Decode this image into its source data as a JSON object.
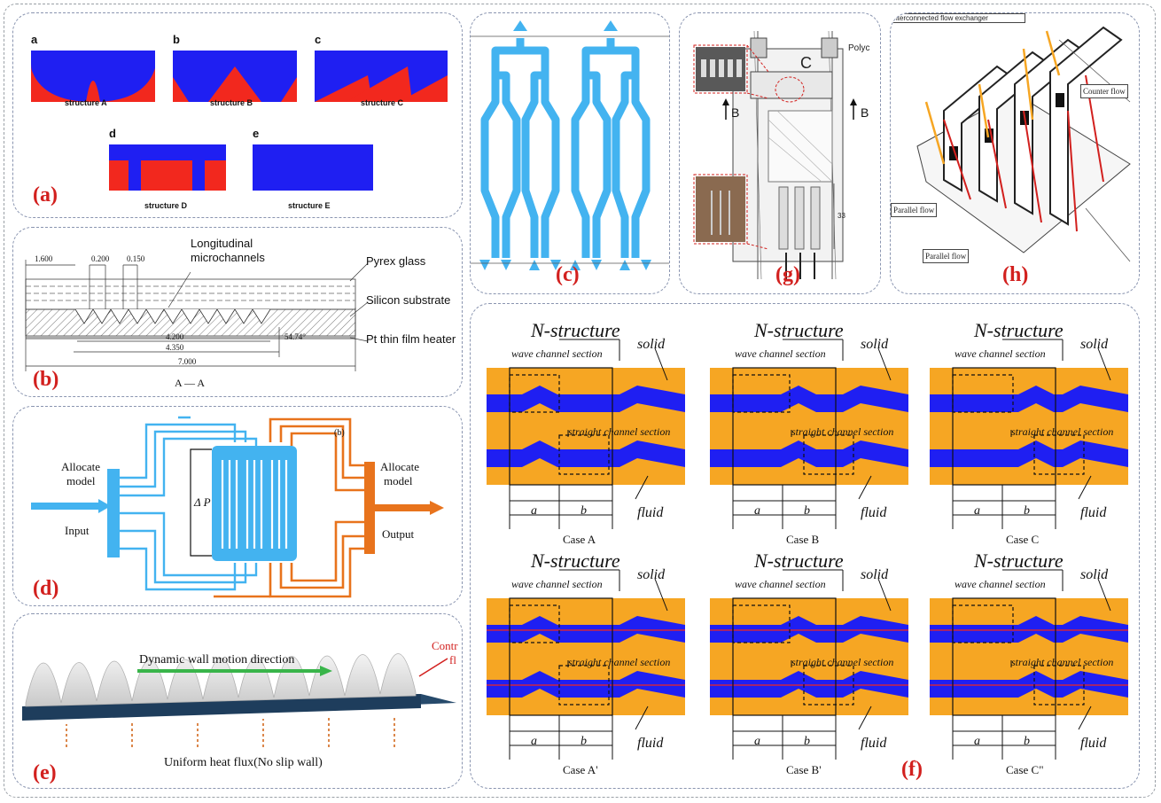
{
  "panels": {
    "a": {
      "label": "(a)",
      "subfigs": [
        {
          "letter": "a",
          "caption": "structure A"
        },
        {
          "letter": "b",
          "caption": "structure B"
        },
        {
          "letter": "c",
          "caption": "structure C"
        },
        {
          "letter": "d",
          "caption": "structure D"
        },
        {
          "letter": "e",
          "caption": "structure E"
        }
      ]
    },
    "b": {
      "label": "(b)",
      "dims": [
        "1.600",
        "0.200",
        "0.150",
        "4.200",
        "4.350",
        "7.000",
        "54.74°"
      ],
      "texts": {
        "micro": "Longitudinal",
        "micro2": "microchannels",
        "pyrex": "Pyrex  glass",
        "silicon": "Silicon substrate",
        "heater": "Pt thin film heater",
        "section": "A — A"
      }
    },
    "c": {
      "label": "(c)"
    },
    "d": {
      "label": "(d)",
      "tag": "(b)",
      "left_model": "Allocate\nmodel",
      "left_model_1": "Allocate",
      "left_model_2": "model",
      "right_model_1": "Allocate",
      "right_model_2": "model",
      "input": "Input",
      "output": "Output",
      "dp": "Δ P"
    },
    "e": {
      "label": "(e)",
      "motion": "Dynamic wall motion direction",
      "flux": "Uniform heat flux(No slip wall)",
      "cut": "Contr",
      "cut2": "fl"
    },
    "g": {
      "label": "(g)",
      "polyc": "Polyc",
      "c": "C",
      "b1": "B",
      "b2": "B",
      "dim": "33"
    },
    "h": {
      "label": "(h)",
      "top": "Interconnected flow exchanger",
      "counter": "Counter flow",
      "parallel1": "Parallel flow",
      "parallel2": "Parallel flow"
    },
    "f": {
      "label": "(f)",
      "title": "N-structure",
      "wave": "wave channel section",
      "straight": "straight channel section",
      "solid": "solid",
      "fluid": "fluid",
      "a": "a",
      "b": "b",
      "cases": [
        "Case A",
        "Case B",
        "Case C",
        "Case A'",
        "Case B'",
        "Case C\""
      ]
    }
  },
  "colors": {
    "blue": "#1f1ff2",
    "red": "#f2281e",
    "orange": "#f6a623",
    "lightblue": "#43b3f0",
    "darkorange": "#e8731c",
    "label": "#d2201e"
  }
}
